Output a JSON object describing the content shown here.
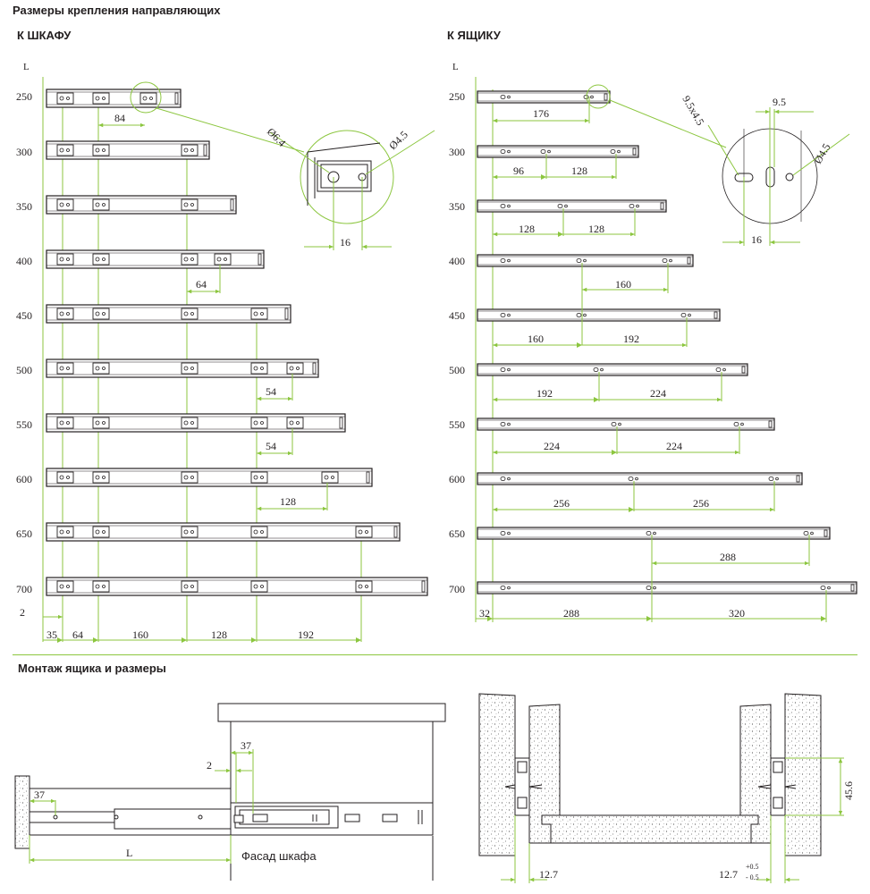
{
  "title": "Размеры крепления направляющих",
  "cabinet": {
    "heading": "К ШКАФУ",
    "axis_label": "L",
    "lengths": [
      "250",
      "300",
      "350",
      "400",
      "450",
      "500",
      "550",
      "600",
      "650",
      "700"
    ],
    "dims": {
      "d250": "84",
      "d400": "64",
      "d500": "54",
      "d550": "54",
      "d600": "128"
    },
    "bottom_dims": [
      "2",
      "35",
      "64",
      "160",
      "128",
      "192"
    ],
    "detail": {
      "hole_a": "Ø6.4",
      "hole_b": "Ø4.5",
      "spacing": "16"
    }
  },
  "drawer": {
    "heading": "К ЯЩИКУ",
    "axis_label": "L",
    "lengths": [
      "250",
      "300",
      "350",
      "400",
      "450",
      "500",
      "550",
      "600",
      "650",
      "700"
    ],
    "dims": {
      "d250": "176",
      "d300a": "96",
      "d300b": "128",
      "d350a": "128",
      "d350b": "128",
      "d400": "160",
      "d450a": "160",
      "d450b": "192",
      "d500a": "192",
      "d500b": "224",
      "d550a": "224",
      "d550b": "224",
      "d600a": "256",
      "d600b": "256",
      "d650": "288"
    },
    "bottom_dims": [
      "32",
      "288",
      "320"
    ],
    "detail": {
      "slot": "9.5x4.5",
      "width": "9.5",
      "hole": "Ø4.5",
      "spacing": "16"
    }
  },
  "mounting": {
    "heading": "Монтаж ящика и размеры",
    "dim_37_top": "37",
    "dim_2": "2",
    "dim_37_left": "37",
    "dim_L": "L",
    "facade_label": "Фасад шкафа",
    "dim_12_7_left": "12.7",
    "dim_12_7_right": "12.7",
    "tol_plus": "+0.5",
    "tol_minus": "- 0.5",
    "dim_45_6": "45.6"
  },
  "colors": {
    "dimension": "#8cc63f",
    "ink": "#231f20",
    "separator": "#8cc63f"
  }
}
